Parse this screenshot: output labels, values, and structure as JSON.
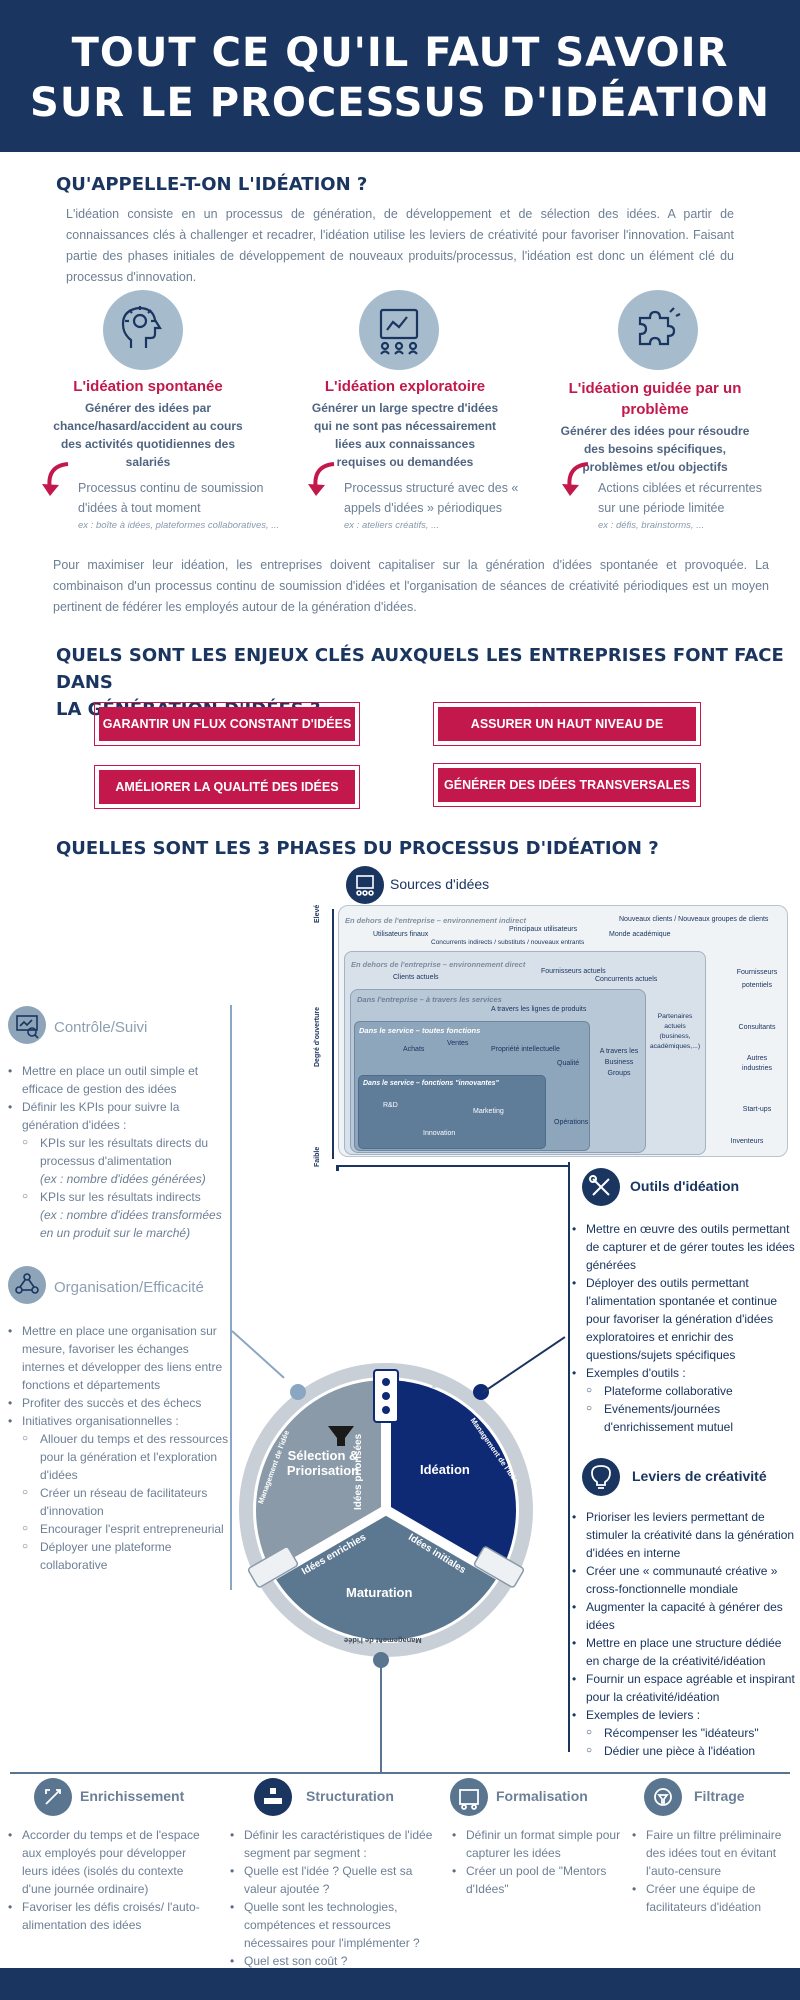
{
  "header": {
    "line1": "TOUT CE QU'IL FAUT SAVOIR",
    "line2": "SUR LE PROCESSUS D'IDÉATION"
  },
  "section1": {
    "title": "QU'APPELLE-T-ON L'IDÉATION ?",
    "paragraph": "L'idéation consiste en un processus de génération, de développement et de sélection des idées. A partir de connaissances clés à challenger et recadrer, l'idéation utilise les leviers de créativité pour favoriser l'innovation. Faisant partie des phases initiales de développement de nouveaux produits/processus, l'idéation est donc un élément clé du processus d'innovation.",
    "types": [
      {
        "title": "L'idéation spontanée",
        "subtitle": "Générer des idées par chance/hasard/accident au cours des activités quotidiennes des salariés",
        "body": "Processus continu de soumission d'idées à tout moment",
        "example": "ex : boîte à idées, plateformes collaboratives, ..."
      },
      {
        "title": "L'idéation exploratoire",
        "subtitle": "Générer un large spectre d'idées qui ne sont pas nécessairement liées aux connaissances requises ou demandées",
        "body": "Processus structuré avec des « appels d'idées » périodiques",
        "example": "ex : ateliers créatifs, ..."
      },
      {
        "title": "L'idéation guidée par un problème",
        "subtitle": "Générer des idées pour résoudre des besoins spécifiques, problèmes et/ou objectifs",
        "body": "Actions ciblées et récurrentes sur une période limitée",
        "example": "ex : défis, brainstorms, ..."
      }
    ],
    "paragraph2": "Pour maximiser leur idéation, les entreprises doivent capitaliser sur la génération d'idées spontanée et provoquée. La combinaison d'un processus continu de soumission d'idées et l'organisation de séances de créativité périodiques est un moyen pertinent de fédérer les employés autour de la génération d'idées."
  },
  "section2": {
    "title_line1": "QUELS SONT LES ENJEUX CLÉS AUXQUELS LES ENTREPRISES FONT FACE DANS",
    "title_line2": "LA GÉNÉRATION D'IDÉES ?",
    "buttons": [
      "GARANTIR UN FLUX CONSTANT D'IDÉES",
      "ASSURER UN HAUT NIVEAU DE CRÉATIVITÉ",
      "AMÉLIORER LA QUALITÉ DES IDÉES",
      "GÉNÉRER DES IDÉES TRANSVERSALES"
    ]
  },
  "section3": {
    "title": "QUELLES SONT LES 3 PHASES DU PROCESSUS D'IDÉATION ?",
    "sources_title": "Sources d'idées",
    "sources": {
      "axis_high": "Elevé",
      "axis_mid": "Degré d'ouverture",
      "axis_low": "Faible",
      "l1": "En dehors de l'entreprise – environnement indirect",
      "l1_items": [
        "Nouveaux clients / Nouveaux groupes de clients",
        "Principaux utilisateurs",
        "Utilisateurs finaux",
        "Monde académique",
        "Concurrents indirects / substituts / nouveaux entrants"
      ],
      "l2": "En dehors de l'entreprise – environnement direct",
      "l2_items": [
        "Fournisseurs actuels",
        "Clients actuels",
        "Concurrents actuels",
        "Fournisseurs potentiels",
        "Consultants",
        "Autres industries",
        "Start-ups",
        "Inventeurs"
      ],
      "l3": "Dans l'entreprise – à travers les services",
      "l3_items": [
        "A travers les lignes de produits",
        "Partenaires actuels (business, académiques,...)"
      ],
      "l4": "Dans le service – toutes fonctions",
      "l4_items": [
        "Ventes",
        "Achats",
        "Propriété intellectuelle",
        "Qualité",
        "A travers les Business Groups"
      ],
      "l5": "Dans le service – fonctions \"innovantes\"",
      "l5_items": [
        "R&D",
        "Marketing",
        "Opérations",
        "Innovation"
      ]
    },
    "controle": {
      "title": "Contrôle/Suivi",
      "items": [
        {
          "t": "b",
          "v": "Mettre en place un outil simple et efficace de gestion des idées"
        },
        {
          "t": "b",
          "v": "Définir les KPIs pour suivre la génération d'idées :"
        },
        {
          "t": "s",
          "v": "KPIs sur les résultats directs du processus d'alimentation"
        },
        {
          "t": "p",
          "v": "(ex : nombre d'idées générées)"
        },
        {
          "t": "s",
          "v": "KPIs sur les résultats indirects"
        },
        {
          "t": "p",
          "v": "(ex : nombre d'idées transformées en un produit sur le marché)"
        }
      ]
    },
    "organisation": {
      "title": "Organisation/Efficacité",
      "items": [
        {
          "t": "b",
          "v": "Mettre en place une organisation sur mesure, favoriser les échanges internes et développer des liens entre fonctions et départements"
        },
        {
          "t": "b",
          "v": "Profiter des succès et des échecs"
        },
        {
          "t": "b",
          "v": "Initiatives organisationnelles :"
        },
        {
          "t": "s",
          "v": "Allouer du temps et des ressources pour la génération et l'exploration d'idées"
        },
        {
          "t": "s",
          "v": "Créer un réseau de facilitateurs d'innovation"
        },
        {
          "t": "s",
          "v": "Encourager l'esprit entrepreneurial"
        },
        {
          "t": "s",
          "v": "Déployer une plateforme collaborative"
        }
      ]
    },
    "outils": {
      "title": "Outils d'idéation",
      "items": [
        {
          "t": "b",
          "v": "Mettre en œuvre des outils permettant de capturer et de gérer toutes les idées générées"
        },
        {
          "t": "b",
          "v": "Déployer des outils permettant l'alimentation spontanée et continue pour favoriser la génération d'idées exploratoires et enrichir des questions/sujets spécifiques"
        },
        {
          "t": "b",
          "v": "Exemples d'outils :"
        },
        {
          "t": "s",
          "v": "Plateforme collaborative"
        },
        {
          "t": "s",
          "v": "Evénements/journées d'enrichissement mutuel"
        }
      ]
    },
    "leviers": {
      "title": "Leviers de créativité",
      "items": [
        {
          "t": "b",
          "v": "Prioriser les leviers permettant de stimuler la créativité dans la génération d'idées en interne"
        },
        {
          "t": "b",
          "v": "Créer une « communauté créative » cross-fonctionnelle mondiale"
        },
        {
          "t": "b",
          "v": "Augmenter la capacité à générer des idées"
        },
        {
          "t": "b",
          "v": "Mettre en place une structure dédiée en charge de la créativité/idéation"
        },
        {
          "t": "b",
          "v": "Fournir un espace agréable et inspirant pour la créativité/idéation"
        },
        {
          "t": "b",
          "v": "Exemples de leviers :"
        },
        {
          "t": "s",
          "v": "Récompenser les \"idéateurs\""
        },
        {
          "t": "s",
          "v": "Dédier une pièce à l'idéation"
        }
      ]
    },
    "wheel": {
      "selection": "Sélection & Priorisation",
      "ideation": "Idéation",
      "maturation": "Maturation",
      "idees_priorisees": "Idées priorisées",
      "idees_initiales": "Idées initiales",
      "idees_enrichies": "Idées enrichies",
      "management": "Management de l'idée"
    },
    "bottom": [
      {
        "title": "Enrichissement",
        "items": [
          {
            "t": "b",
            "v": "Accorder du temps et de l'espace aux employés pour développer leurs idées (isolés du contexte d'une journée ordinaire)"
          },
          {
            "t": "b",
            "v": "Favoriser les défis croisés/ l'auto-alimentation des idées"
          }
        ]
      },
      {
        "title": "Structuration",
        "items": [
          {
            "t": "b",
            "v": "Définir les caractéristiques de l'idée segment par segment :"
          },
          {
            "t": "b",
            "v": "Quelle est l'idée ? Quelle est sa valeur ajoutée ?"
          },
          {
            "t": "b",
            "v": "Quelle sont les technologies, compétences et ressources nécessaires pour l'implémenter ?"
          },
          {
            "t": "b",
            "v": "Quel est son coût ?"
          }
        ]
      },
      {
        "title": "Formalisation",
        "items": [
          {
            "t": "b",
            "v": "Définir un format simple pour capturer les idées"
          },
          {
            "t": "b",
            "v": "Créer un pool de \"Mentors d'Idées\""
          }
        ]
      },
      {
        "title": "Filtrage",
        "items": [
          {
            "t": "b",
            "v": "Faire un filtre préliminaire des idées tout en évitant l'auto-censure"
          },
          {
            "t": "b",
            "v": "Créer une équipe de facilitateurs d'idéation"
          }
        ]
      }
    ]
  }
}
